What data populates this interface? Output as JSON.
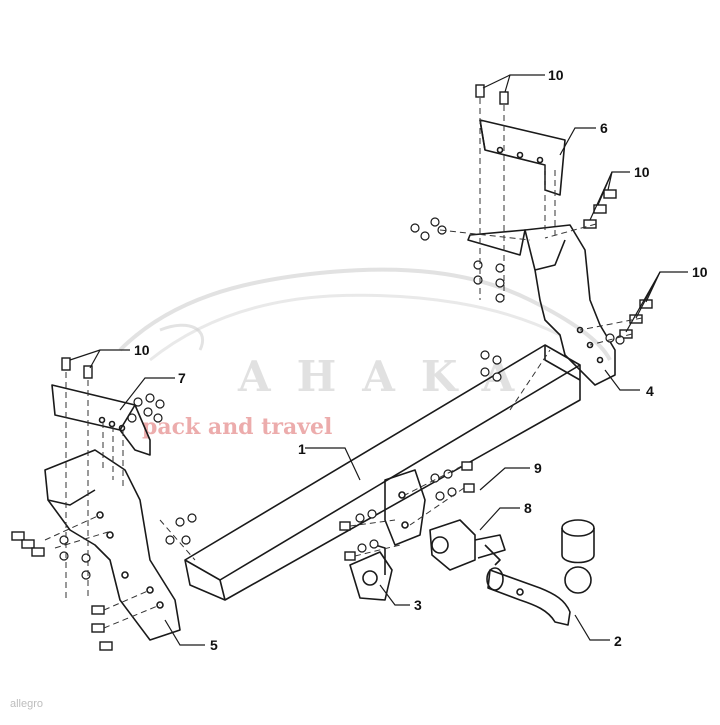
{
  "watermark": {
    "brand": "AHAKA",
    "slogan": "pack and travel"
  },
  "corner_mark": "allegro",
  "callouts": [
    {
      "id": "c1",
      "text": "1"
    },
    {
      "id": "c2",
      "text": "2"
    },
    {
      "id": "c3",
      "text": "3"
    },
    {
      "id": "c4",
      "text": "4"
    },
    {
      "id": "c5",
      "text": "5"
    },
    {
      "id": "c6",
      "text": "6"
    },
    {
      "id": "c7",
      "text": "7"
    },
    {
      "id": "c8",
      "text": "8"
    },
    {
      "id": "c9",
      "text": "9"
    },
    {
      "id": "c10a",
      "text": "10"
    },
    {
      "id": "c10b",
      "text": "10"
    },
    {
      "id": "c10c",
      "text": "10"
    },
    {
      "id": "c10d",
      "text": "10"
    }
  ]
}
